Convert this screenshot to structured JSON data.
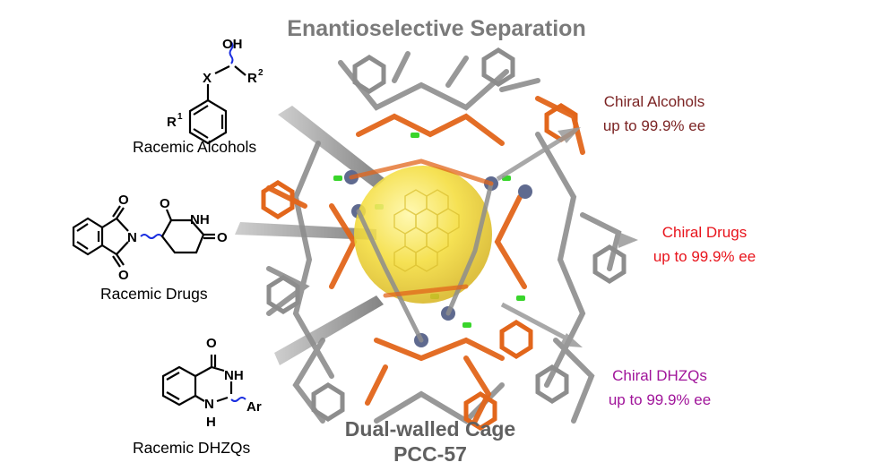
{
  "title": "Enantioselective Separation",
  "cage": {
    "line1": "Dual-walled Cage",
    "line2": "PCC-57"
  },
  "inputs": [
    {
      "label": "Racemic Alcohols",
      "atoms": {
        "oh": "OH",
        "x": "X",
        "r1": "R",
        "r1_sup": "1",
        "r2": "R",
        "r2_sup": "2"
      }
    },
    {
      "label": "Racemic Drugs",
      "atoms": {
        "o1": "O",
        "o2": "O",
        "o3": "O",
        "o4": "O",
        "n": "N",
        "nh": "NH"
      }
    },
    {
      "label": "Racemic DHZQs",
      "atoms": {
        "o": "O",
        "nh": "NH",
        "n": "N",
        "h": "H",
        "ar": "Ar"
      }
    }
  ],
  "outputs": [
    {
      "name": "Chiral Alcohols",
      "ee": "up to  99.9% ee",
      "color": "#7b2323"
    },
    {
      "name": "Chiral Drugs",
      "ee": "up to  99.9% ee",
      "color": "#e8141c"
    },
    {
      "name": "Chiral DHZQs",
      "ee": "up to  99.9% ee",
      "color": "#a0149a"
    }
  ],
  "colors": {
    "framework_orange": "#e2661b",
    "framework_gray": "#8d8d8d",
    "metal_node": "#5f6a8f",
    "h_bond": "#39d52b",
    "pocket": "#f5e04a",
    "arrow_gray": "#8a8a8a",
    "wavy_bond": "#1a2ee0"
  }
}
